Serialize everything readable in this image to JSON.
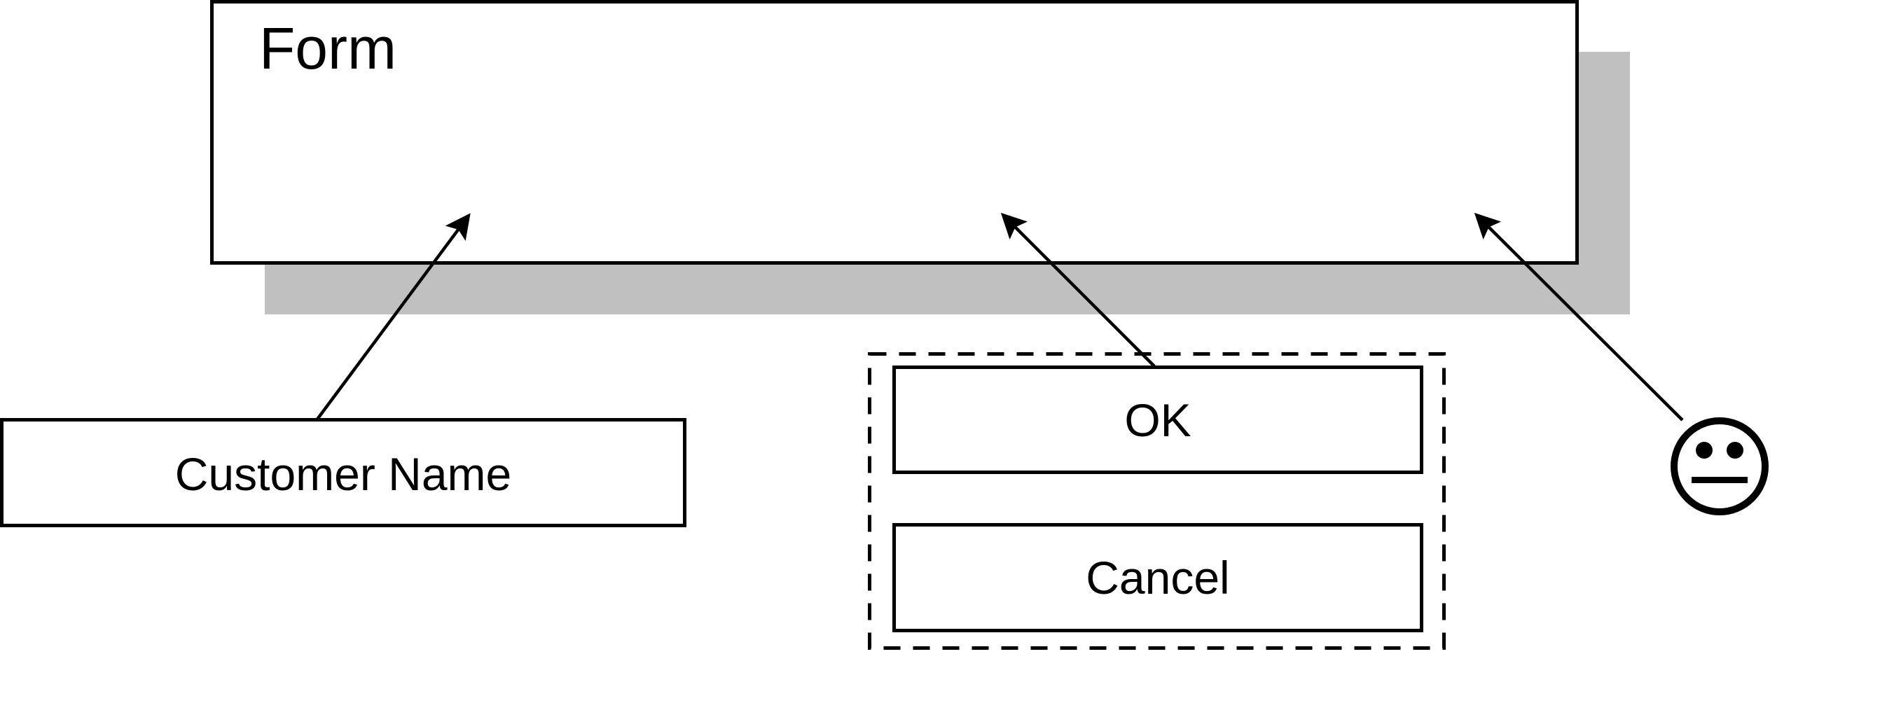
{
  "diagram": {
    "form": {
      "title": "Form"
    },
    "customer_name_field": {
      "label": "Customer Name"
    },
    "button_group": {
      "ok": {
        "label": "OK"
      },
      "cancel": {
        "label": "Cancel"
      }
    },
    "user": {
      "icon": "neutral-face-icon"
    },
    "connectors": [
      {
        "from": "customer-name-field",
        "to": "form",
        "style": "arrow"
      },
      {
        "from": "button-group",
        "to": "form",
        "style": "arrow"
      },
      {
        "from": "user",
        "to": "form",
        "style": "arrow"
      }
    ],
    "colors": {
      "stroke": "#000000",
      "shadow": "#c0c0c0",
      "fill": "#ffffff"
    }
  }
}
